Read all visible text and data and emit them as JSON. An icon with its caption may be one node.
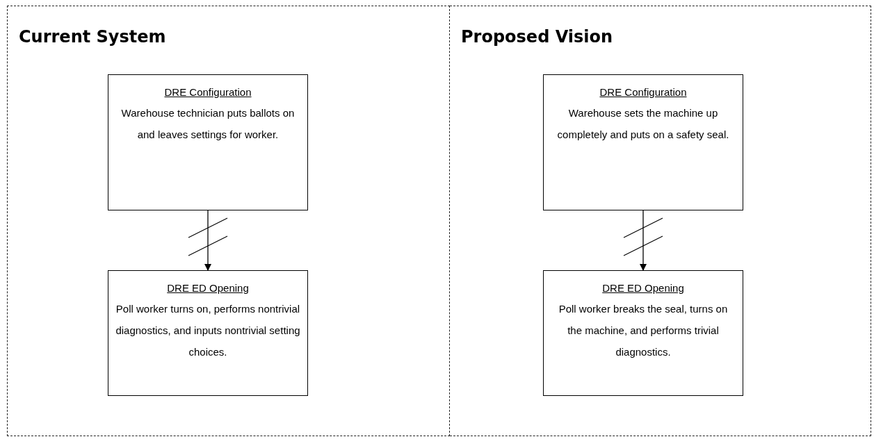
{
  "diagram": {
    "nodes": [
      {
        "text": [
          "Current System"
        ]
      },
      {
        "text": [
          "DRE Configuration",
          "Warehouse technician puts ballots on and leaves settings for worker."
        ],
        "in": 0
      },
      {
        "text": [
          "DRE ED Opening",
          "Poll worker turns on, performs nontrivial diagnostics, and inputs nontrivial setting choices."
        ],
        "in": 0
      },
      {
        "text": [
          "Proposed Vision"
        ]
      },
      {
        "text": [
          "DRE Configuration",
          "Warehouse sets the machine up completely and puts on a safety seal."
        ],
        "in": 3
      },
      {
        "text": [
          "DRE ED Opening",
          "Poll worker breaks the seal, turns on the machine, and performs trivial diagnostics."
        ],
        "in": 3
      }
    ],
    "edges": [
      {
        "from": 1,
        "to": 2,
        "arrow": "to"
      },
      {
        "from": 4,
        "to": 5,
        "arrow": "to"
      }
    ]
  }
}
